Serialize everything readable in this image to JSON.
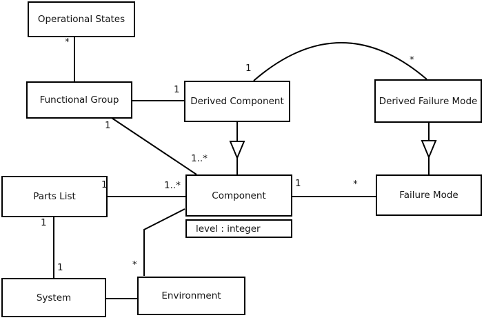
{
  "diagram_type": "uml-class-diagram",
  "classes": {
    "operational_states": {
      "name": "Operational States"
    },
    "functional_group": {
      "name": "Functional Group"
    },
    "derived_component": {
      "name": "Derived Component"
    },
    "derived_failure_mode": {
      "name": "Derived Failure Mode"
    },
    "parts_list": {
      "name": "Parts List"
    },
    "component": {
      "name": "Component",
      "attributes": [
        "level : integer"
      ]
    },
    "failure_mode": {
      "name": "Failure Mode"
    },
    "system": {
      "name": "System"
    },
    "environment": {
      "name": "Environment"
    }
  },
  "multiplicities": [
    {
      "relation": "operational-states--functional-group",
      "end": "operational-states",
      "text": "*"
    },
    {
      "relation": "functional-group--derived-component",
      "end": "derived-component",
      "text": "1"
    },
    {
      "relation": "functional-group--component",
      "end": "functional-group",
      "text": "1"
    },
    {
      "relation": "derived-component--derived-failure-mode",
      "end": "derived-component",
      "text": "1"
    },
    {
      "relation": "derived-component--derived-failure-mode",
      "end": "derived-failure-mode",
      "text": "*"
    },
    {
      "relation": "functional-group--component",
      "end": "component",
      "text": "1..*"
    },
    {
      "relation": "parts-list--component",
      "end": "component",
      "text": "1..*"
    },
    {
      "relation": "parts-list--component",
      "end": "parts-list",
      "text": "1"
    },
    {
      "relation": "component--failure-mode",
      "end": "component",
      "text": "1"
    },
    {
      "relation": "component--failure-mode",
      "end": "failure-mode",
      "text": "*"
    },
    {
      "relation": "parts-list--system",
      "end": "parts-list",
      "text": "1"
    },
    {
      "relation": "parts-list--system",
      "end": "system",
      "text": "1"
    },
    {
      "relation": "environment--component",
      "end": "environment",
      "text": "*"
    }
  ],
  "relationships": [
    {
      "from": "operational_states",
      "to": "functional_group",
      "type": "association",
      "from_multiplicity": "*"
    },
    {
      "from": "functional_group",
      "to": "derived_component",
      "type": "association",
      "to_multiplicity": "1"
    },
    {
      "from": "functional_group",
      "to": "component",
      "type": "association",
      "from_multiplicity": "1",
      "to_multiplicity": "1..*"
    },
    {
      "from": "derived_component",
      "to": "derived_failure_mode",
      "type": "association-arc",
      "from_multiplicity": "1",
      "to_multiplicity": "*"
    },
    {
      "from": "derived_component",
      "to": "component",
      "type": "generalization"
    },
    {
      "from": "derived_failure_mode",
      "to": "failure_mode",
      "type": "generalization"
    },
    {
      "from": "parts_list",
      "to": "component",
      "type": "association",
      "from_multiplicity": "1",
      "to_multiplicity": "1..*"
    },
    {
      "from": "component",
      "to": "failure_mode",
      "type": "association",
      "from_multiplicity": "1",
      "to_multiplicity": "*"
    },
    {
      "from": "parts_list",
      "to": "system",
      "type": "association",
      "from_multiplicity": "1",
      "to_multiplicity": "1"
    },
    {
      "from": "environment",
      "to": "component",
      "type": "association",
      "from_multiplicity": "*"
    },
    {
      "from": "system",
      "to": "environment",
      "type": "association"
    }
  ],
  "colors": {
    "line": "#000000",
    "text": "#141414",
    "box_fill": "#ffffff",
    "background": "#ffffff"
  }
}
